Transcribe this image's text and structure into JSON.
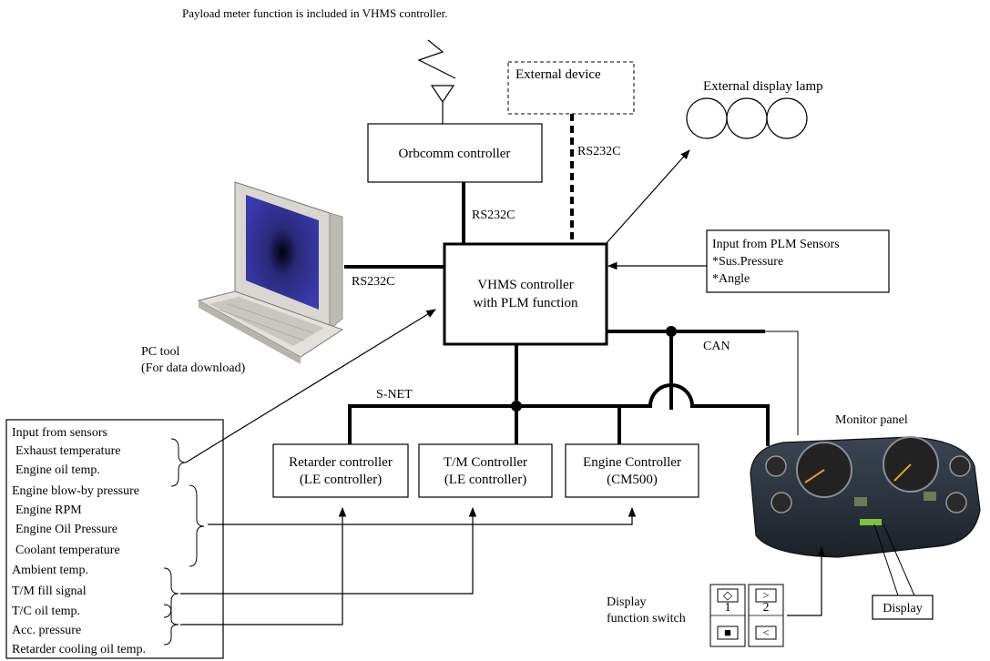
{
  "caption": "Payload meter function is included in VHMS controller.",
  "vhms_controller": {
    "line1": "VHMS controller",
    "line2": "with PLM function"
  },
  "orbcomm_controller": "Orbcomm controller",
  "external_device": "External device",
  "external_display_lamp": "External display lamp",
  "rs232c_labels": [
    "RS232C",
    "RS232C",
    "RS232C"
  ],
  "plm_input": {
    "title": "Input from PLM Sensors",
    "items": [
      "*Sus.Pressure",
      "*Angle"
    ]
  },
  "pc_tool": {
    "line1": "PC tool",
    "line2": "(For data download)"
  },
  "can_label": "CAN",
  "snet_label": "S-NET",
  "controllers": [
    {
      "line1": "Retarder controller",
      "line2": "(LE controller)"
    },
    {
      "line1": "T/M Controller",
      "line2": "(LE controller)"
    },
    {
      "line1": "Engine Controller",
      "line2": "(CM500)"
    }
  ],
  "sensors": {
    "title": "Input from sensors",
    "items": [
      "Exhaust temperature",
      "Engine oil temp.",
      "Engine blow-by pressure",
      "Engine RPM",
      "Engine Oil Pressure",
      "Coolant temperature",
      "Ambient temp.",
      "T/M fill signal",
      "T/C oil temp.",
      "Acc. pressure",
      "Retarder cooling oil temp."
    ]
  },
  "monitor_panel": "Monitor panel",
  "display_label": "Display",
  "display_function_switch": {
    "line1": "Display",
    "line2": "function switch"
  },
  "switch_keys": [
    "◇",
    ">",
    "1",
    "2",
    "■",
    "<"
  ]
}
